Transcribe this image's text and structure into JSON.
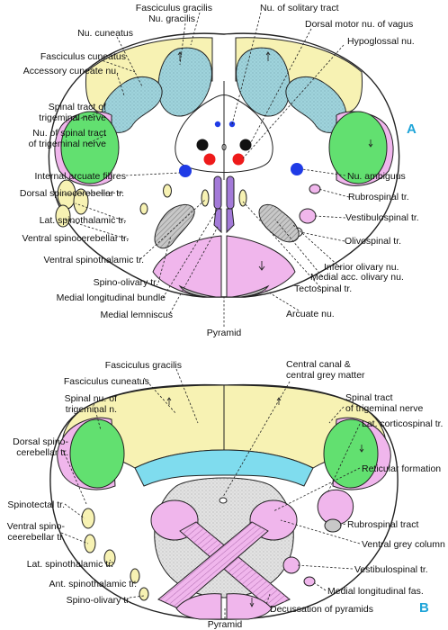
{
  "panels": {
    "a": "A",
    "b": "B"
  },
  "colors": {
    "gracile_cuneate": "#9fd3dc",
    "tract_yellow": "#f7f2b3",
    "trigeminal_green": "#62e070",
    "pyramid_pink": "#f0b6ec",
    "nucleus_blue": "#1f3be6",
    "nucleus_red": "#ee1a1a",
    "olive_grey": "#c8c8c8",
    "grey_matter_cyan": "#7fdcee",
    "medial_purple": "#a37ad8"
  },
  "labels_a": {
    "fasciculus_gracilis": "Fasciculus gracilis",
    "nu_gracilis": "Nu. gracilis",
    "nu_of_solitary_tract": "Nu. of solitary tract",
    "dorsal_motor_nu_vagus": "Dorsal motor nu. of vagus",
    "nu_cuneatus": "Nu. cuneatus",
    "hypoglossal_nu": "Hypoglossal nu.",
    "fasciculus_cuneatus": "Fasciculus cuneatus",
    "accessory_cuneate_nu": "Accessory cuneate nu.",
    "spinal_tract_trigeminal_1": "Spinal tract of",
    "spinal_tract_trigeminal_2": "trigeminal nerve",
    "nu_spinal_tract_1": "Nu. of spinal tract",
    "nu_spinal_tract_2": "of trigeminal nerve",
    "internal_arcuate_fibres": "Internal arcuate fibres",
    "nu_ambiguus": "Nu. ambiguus",
    "dorsal_spinocerebellar": "Dorsal spinocerebellar tr.",
    "rubrospinal": "Rubrospinal tr.",
    "lat_spinothalamic": "Lat. spinothalamic tr.",
    "vestibulospinal": "Vestibulospinal tr.",
    "ventral_spinocerebellar": "Ventral spinocerebellar tr.",
    "olivospinal": "Olivospinal tr.",
    "ventral_spinothalamic": "Ventral spinothalamic tr.",
    "inferior_olivary_nu": "Inferior olivary nu.",
    "spino_olivary": "Spino-olivary tr.",
    "medial_acc_olivary_nu": "Medial acc. olivary nu.",
    "medial_longitudinal_bundle": "Medial longitudinal bundle",
    "tectospinal": "Tectospinal tr.",
    "medial_lemniscus": "Medial lemniscus",
    "arcuate_nu": "Arcuate nu.",
    "pyramid": "Pyramid",
    "nucleus_mark": "0"
  },
  "labels_b": {
    "fasciculus_gracilis": "Fasciculus gracilis",
    "central_canal_1": "Central canal &",
    "central_canal_2": "central grey matter",
    "fasciculus_cuneatus": "Fasciculus cuneatus",
    "spinal_nu_trig_1": "Spinal nu. of",
    "spinal_nu_trig_2": "trigeminal n.",
    "spinal_tract_trig_1": "Spinal tract",
    "spinal_tract_trig_2": "of trigeminal nerve",
    "lat_corticospinal": "Lat. corticospinal tr.",
    "dorsal_spino_1": "Dorsal spino-",
    "dorsal_spino_2": "cerebellar tr.",
    "reticular_formation": "Reticular formation",
    "spinotectal": "Spinotectal tr.",
    "rubrospinal_tract": "Rubrospinal tract",
    "ventral_spino_1": "Ventral spino-",
    "ventral_spino_2": "ceerebellar tr.",
    "ventral_grey_column": "Ventral grey column",
    "lat_spinothalamic": "Lat. spinothalamic tr.",
    "vestibulospinal": "Vestibulospinal tr.",
    "ant_spinothalamic": "Ant. spinothalamic tr.",
    "medial_longitudinal_fas": "Medial longitudinal fas.",
    "spino_olivary": "Spino-olivary tr.",
    "decussation_of_pyramids": "Decussation of pyramids",
    "pyramid": "Pyramid"
  }
}
